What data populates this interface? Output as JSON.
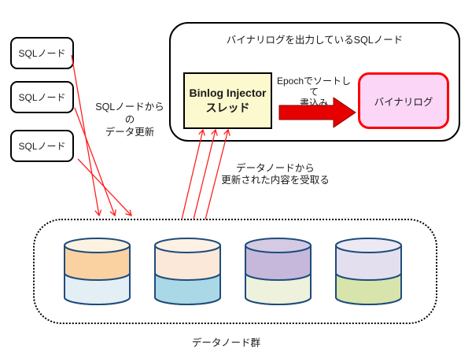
{
  "diagram": {
    "sql_nodes": [
      "SQLノード",
      "SQLノード",
      "SQLノード"
    ],
    "sql_update_label": "SQLノードからの\nデータ更新",
    "binlog_sql_node": {
      "title": "バイナリログを出力しているSQLノード",
      "injector_thread": "Binlog Injector\nスレッド",
      "epoch_label": "Epochでソートして\n書込み",
      "binlog": "バイナリログ"
    },
    "receive_label": "データノードから\n更新された内容を受取る",
    "data_node_group_label": "データノード群",
    "data_nodes": {
      "outline": "#1E4C7C",
      "cylinders": [
        {
          "lid": "#FCF2E2",
          "upper": "#FAD1A0",
          "lower": "#E4EEF5"
        },
        {
          "lid": "#FCF1E4",
          "upper": "#FBE8D8",
          "lower": "#ABD8E6"
        },
        {
          "lid": "#D5CAE3",
          "upper": "#C5B8DA",
          "lower": "#EEF1DB"
        },
        {
          "lid": "#EDE9F4",
          "upper": "#E4DFEF",
          "lower": "#D7E4AB"
        }
      ]
    },
    "colors": {
      "thin_arrow": "#FF1F1F",
      "block_arrow_fill": "#E60000",
      "block_arrow_stroke": "#8B0000",
      "injector_fill": "#FCF9CF",
      "binlog_fill": "#FBD6F7",
      "binlog_border": "#FF0000"
    }
  }
}
